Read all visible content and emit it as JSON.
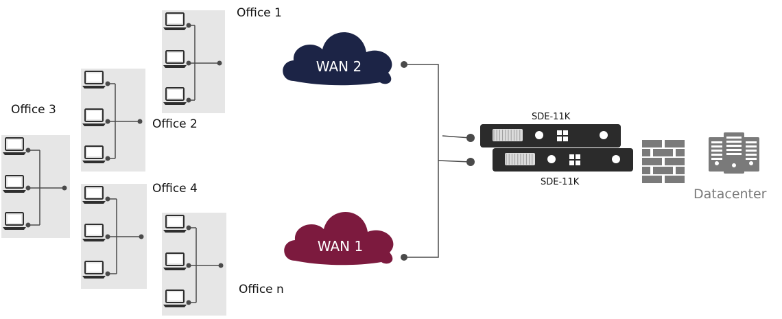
{
  "offices": [
    {
      "id": "office-1",
      "label": "Office 1"
    },
    {
      "id": "office-2",
      "label": "Office 2"
    },
    {
      "id": "office-3",
      "label": "Office 3"
    },
    {
      "id": "office-4",
      "label": "Office 4"
    },
    {
      "id": "office-n",
      "label": "Office n"
    }
  ],
  "wan": {
    "wan2": {
      "label": "WAN 2",
      "color": "#1c2446"
    },
    "wan1": {
      "label": "WAN 1",
      "color": "#7c1a3e"
    }
  },
  "appliances": {
    "top_label": "SDE-11K",
    "bottom_label": "SDE-11K",
    "color": "#2b2b2b"
  },
  "datacenter": {
    "label": "Datacenter"
  },
  "icons": [
    "laptop-icon",
    "cloud-icon",
    "appliance-icon",
    "firewall-icon",
    "server-icon"
  ],
  "colors": {
    "office_bg": "#e6e6e6",
    "line": "#4a4a4a",
    "icon_gray": "#7a7a7a"
  }
}
